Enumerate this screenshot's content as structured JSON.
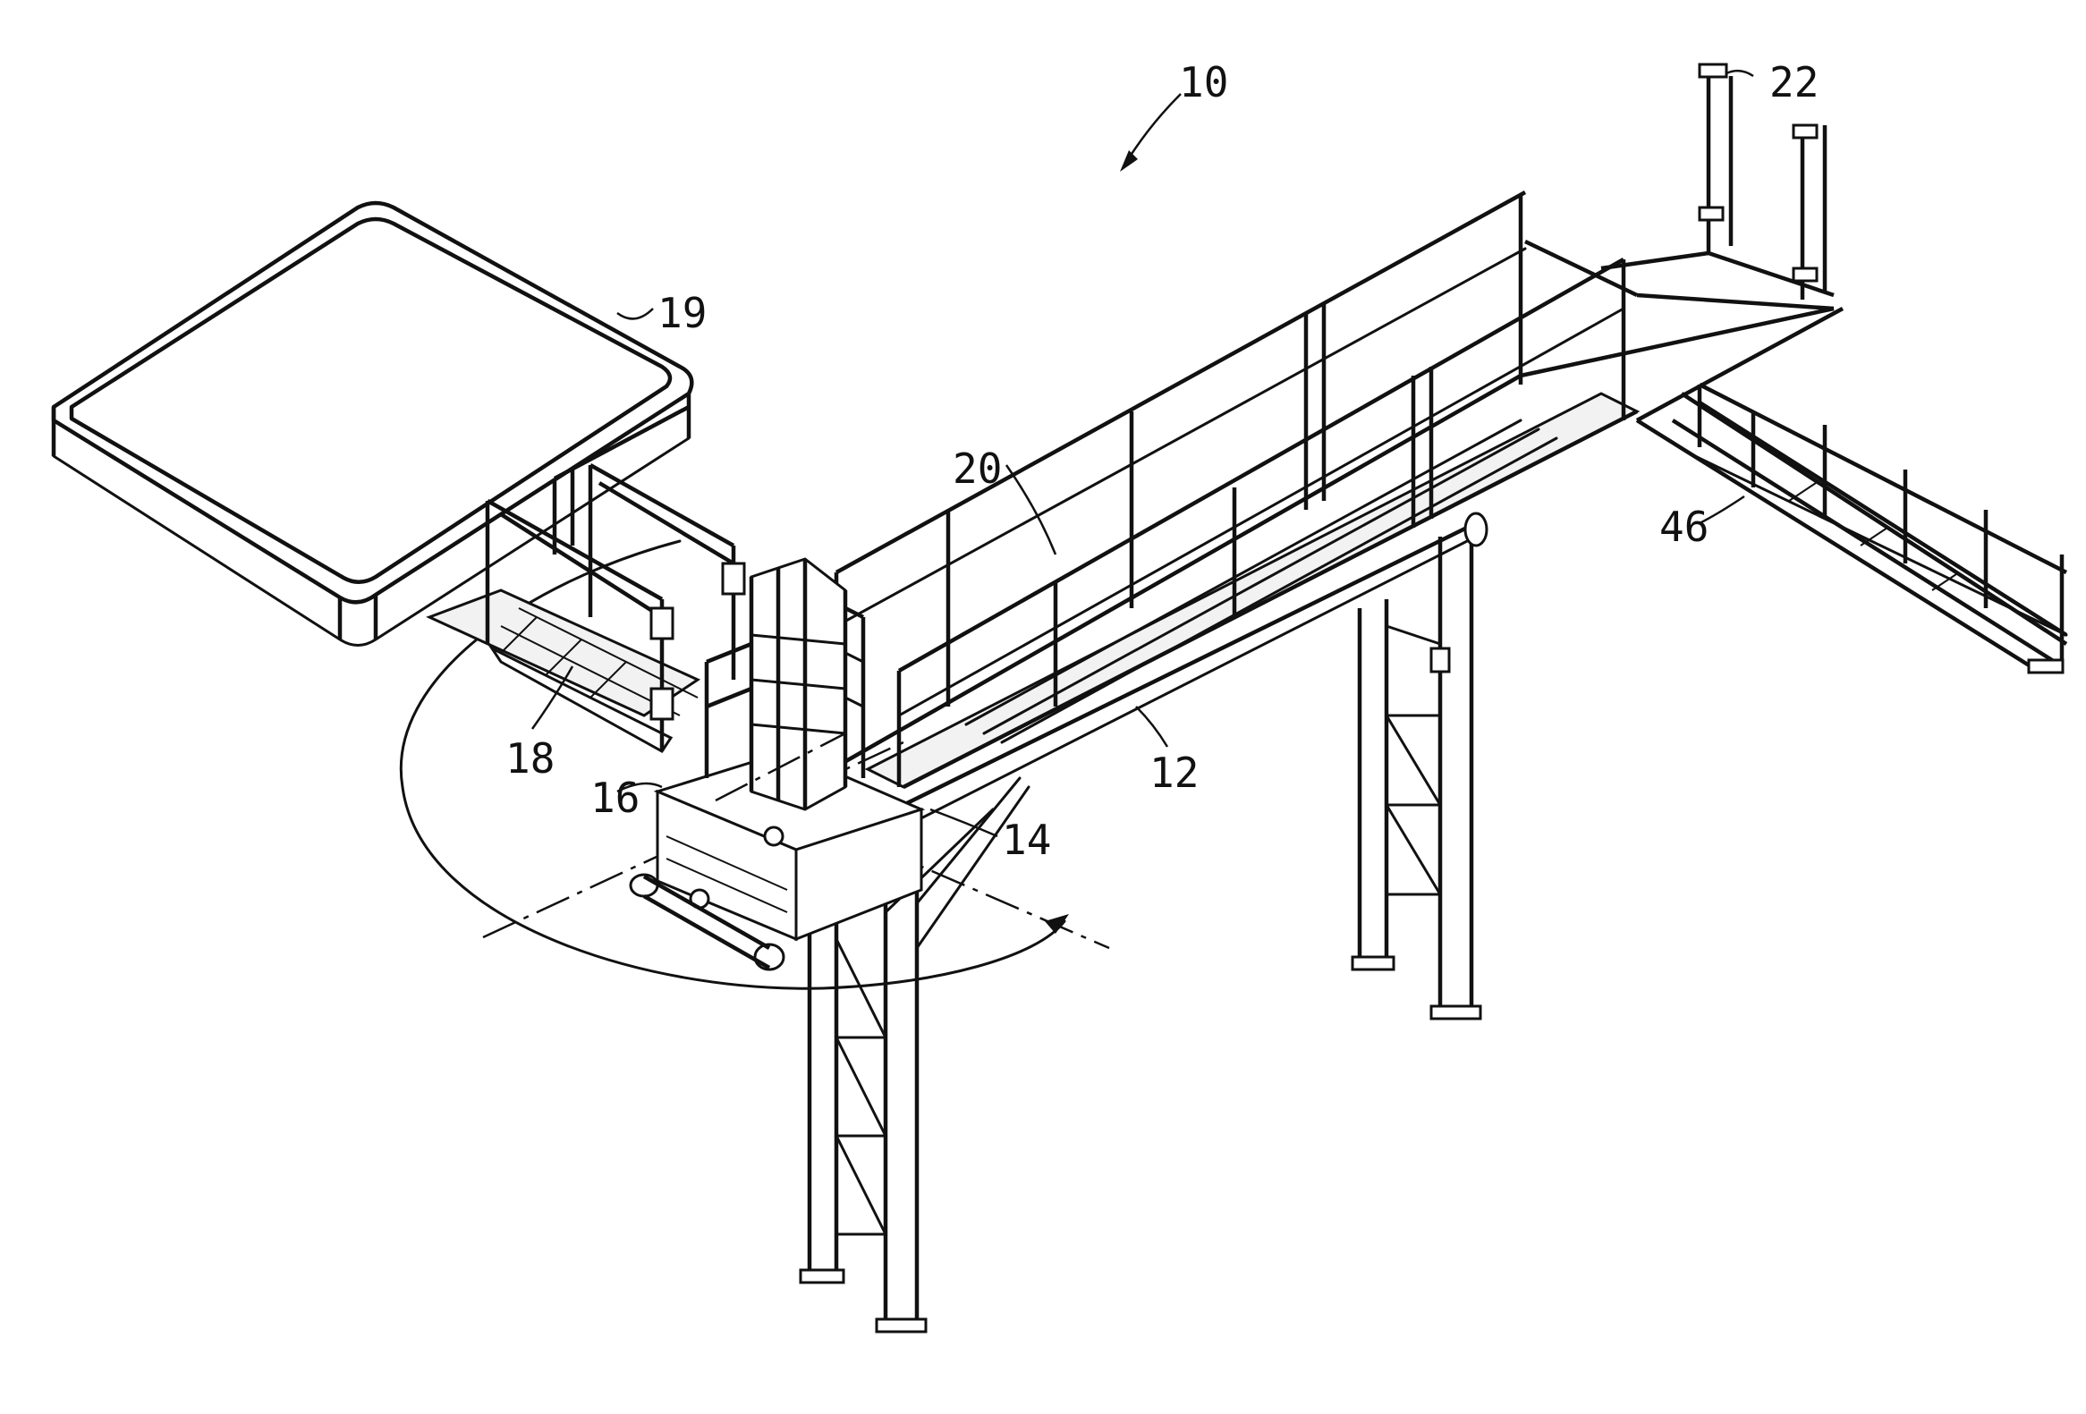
{
  "figure": {
    "labels": {
      "assembly": "10",
      "boom": "12",
      "base": "14",
      "cage": "16",
      "gangway": "18",
      "deck": "19",
      "walkway": "20",
      "posts": "22",
      "stairs": "46"
    }
  }
}
